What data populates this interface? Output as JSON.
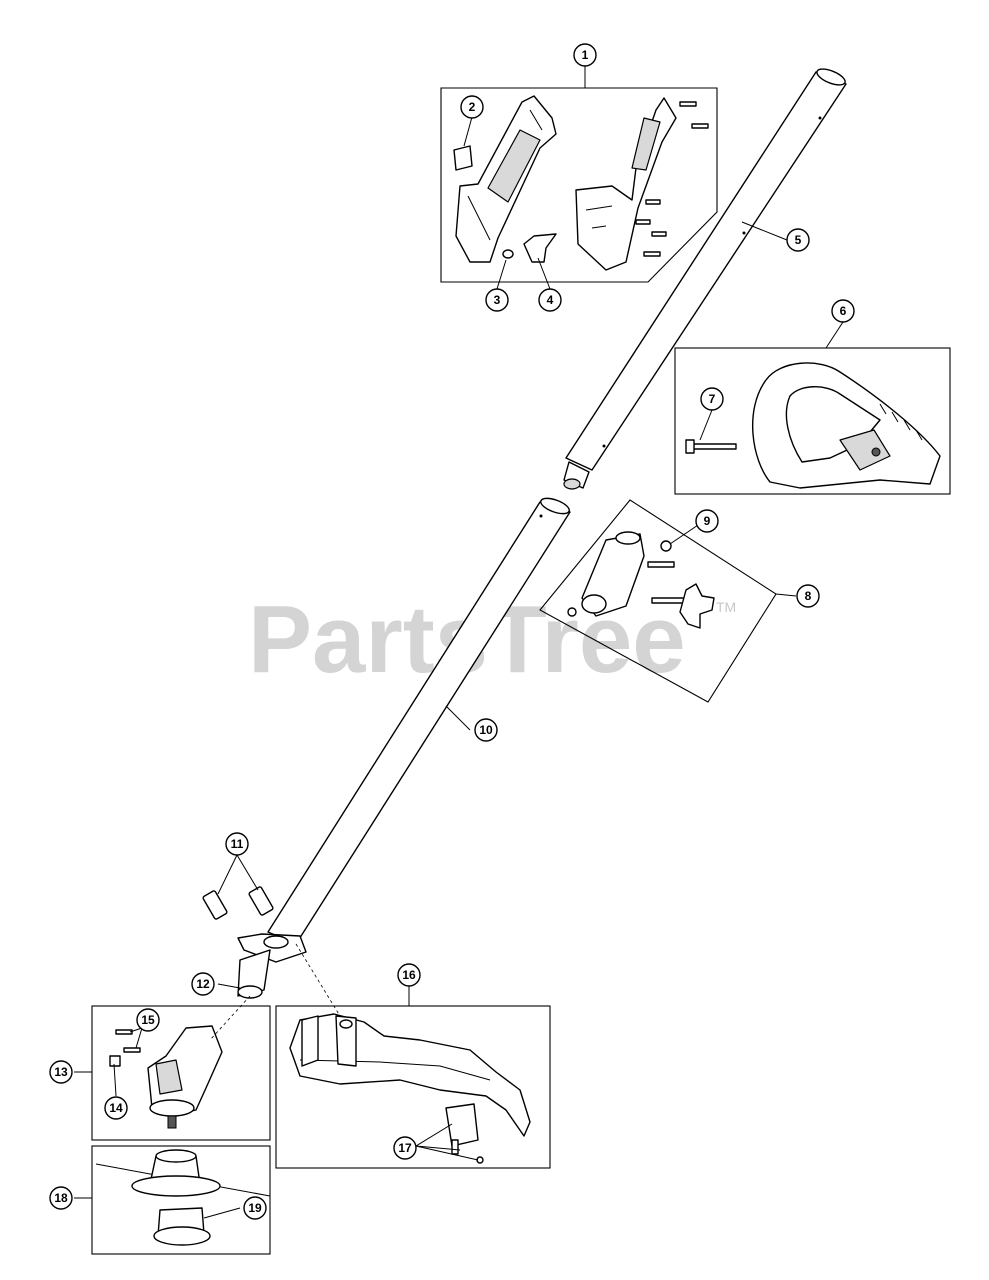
{
  "watermark": {
    "text": "PartsTree",
    "trademark": "TM"
  },
  "callouts": [
    {
      "id": "c1",
      "label": "1"
    },
    {
      "id": "c2",
      "label": "2"
    },
    {
      "id": "c3",
      "label": "3"
    },
    {
      "id": "c4",
      "label": "4"
    },
    {
      "id": "c5",
      "label": "5"
    },
    {
      "id": "c6",
      "label": "6"
    },
    {
      "id": "c7",
      "label": "7"
    },
    {
      "id": "c8",
      "label": "8"
    },
    {
      "id": "c9",
      "label": "9"
    },
    {
      "id": "c10",
      "label": "10"
    },
    {
      "id": "c11",
      "label": "11"
    },
    {
      "id": "c12",
      "label": "12"
    },
    {
      "id": "c13",
      "label": "13"
    },
    {
      "id": "c14",
      "label": "14"
    },
    {
      "id": "c15",
      "label": "15"
    },
    {
      "id": "c16",
      "label": "16"
    },
    {
      "id": "c17",
      "label": "17"
    },
    {
      "id": "c18",
      "label": "18"
    },
    {
      "id": "c19",
      "label": "19"
    }
  ]
}
